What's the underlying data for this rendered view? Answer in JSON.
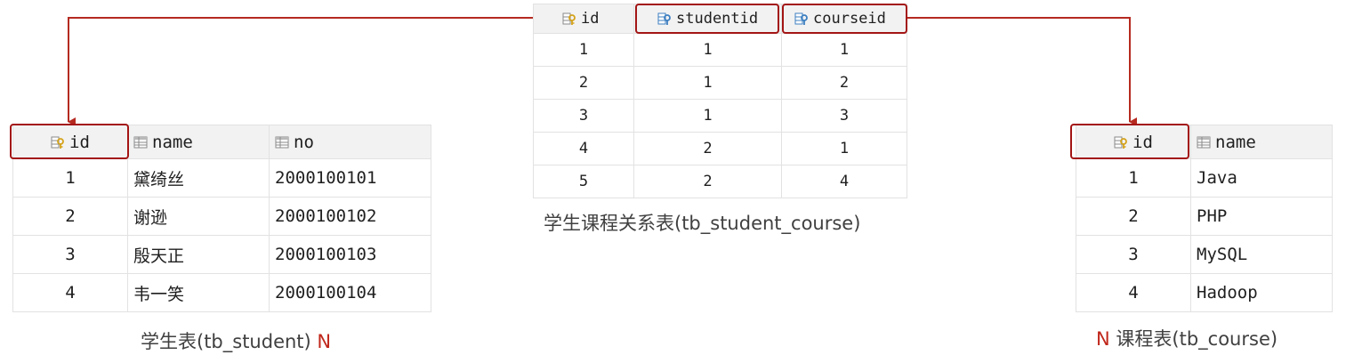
{
  "colors": {
    "highlight": "#a31515",
    "arrow": "#b52a20",
    "n_label": "#c0271b",
    "header_bg": "#f2f2f2"
  },
  "student_table": {
    "columns": [
      {
        "label": "id",
        "icon": "primary-key-column-icon"
      },
      {
        "label": "name",
        "icon": "column-icon"
      },
      {
        "label": "no",
        "icon": "column-icon"
      }
    ],
    "rows": [
      [
        "1",
        "黛绮丝",
        "2000100101"
      ],
      [
        "2",
        "谢逊",
        "2000100102"
      ],
      [
        "3",
        "殷天正",
        "2000100103"
      ],
      [
        "4",
        "韦一笑",
        "2000100104"
      ]
    ],
    "caption": "学生表(tb_student)",
    "multiplicity": "N"
  },
  "relation_table": {
    "columns": [
      {
        "label": "id",
        "icon": "primary-key-column-icon"
      },
      {
        "label": "studentid",
        "icon": "foreign-key-column-icon"
      },
      {
        "label": "courseid",
        "icon": "foreign-key-column-icon"
      }
    ],
    "rows": [
      [
        "1",
        "1",
        "1"
      ],
      [
        "2",
        "1",
        "2"
      ],
      [
        "3",
        "1",
        "3"
      ],
      [
        "4",
        "2",
        "1"
      ],
      [
        "5",
        "2",
        "4"
      ]
    ],
    "caption": "学生课程关系表(tb_student_course)"
  },
  "course_table": {
    "columns": [
      {
        "label": "id",
        "icon": "primary-key-column-icon"
      },
      {
        "label": "name",
        "icon": "column-icon"
      }
    ],
    "rows": [
      [
        "1",
        "Java"
      ],
      [
        "2",
        "PHP"
      ],
      [
        "3",
        "MySQL"
      ],
      [
        "4",
        "Hadoop"
      ]
    ],
    "caption": "课程表(tb_course)",
    "multiplicity": "N"
  }
}
